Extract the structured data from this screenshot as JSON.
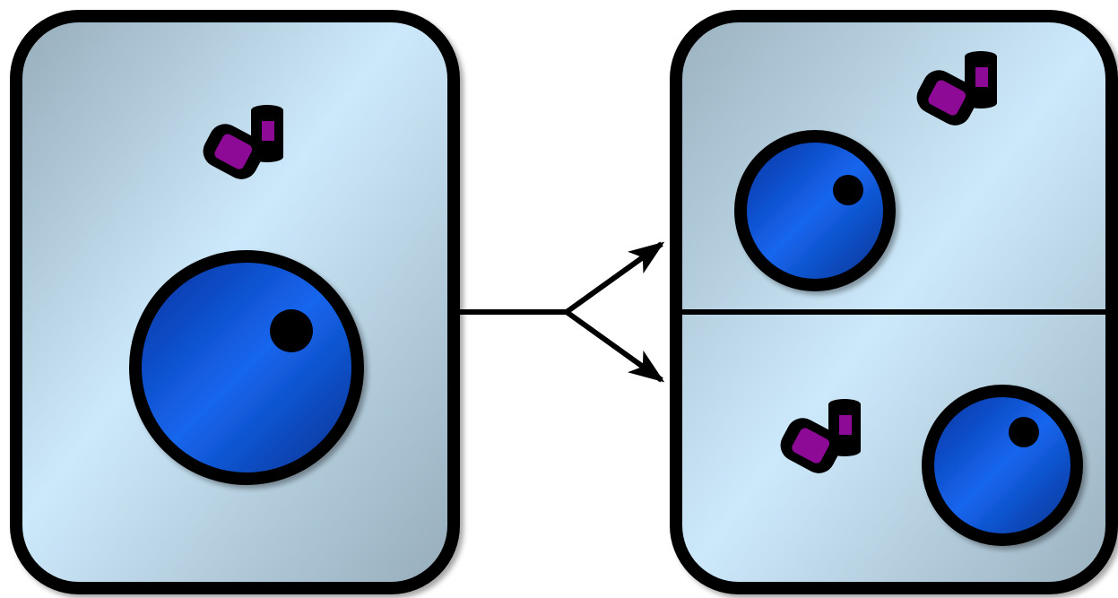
{
  "diagram": {
    "colors": {
      "background": "#ffffff",
      "outline": "#000000",
      "cell_fill_light": "#cce9fb",
      "cell_fill_dark": "#96acba",
      "nucleus_dark": "#0736a6",
      "nucleus_mid": "#1565e8",
      "nucleolus": "#000000",
      "centrosome": "#8c0a96"
    },
    "parts": {
      "parent_cell": "cell",
      "parent_nucleus": "nucleus",
      "parent_centrosome": "centrosome",
      "division_arrow": "arrow",
      "daughter_top": "cell",
      "daughter_bottom": "cell",
      "cleavage_line": "cleavage furrow"
    }
  }
}
